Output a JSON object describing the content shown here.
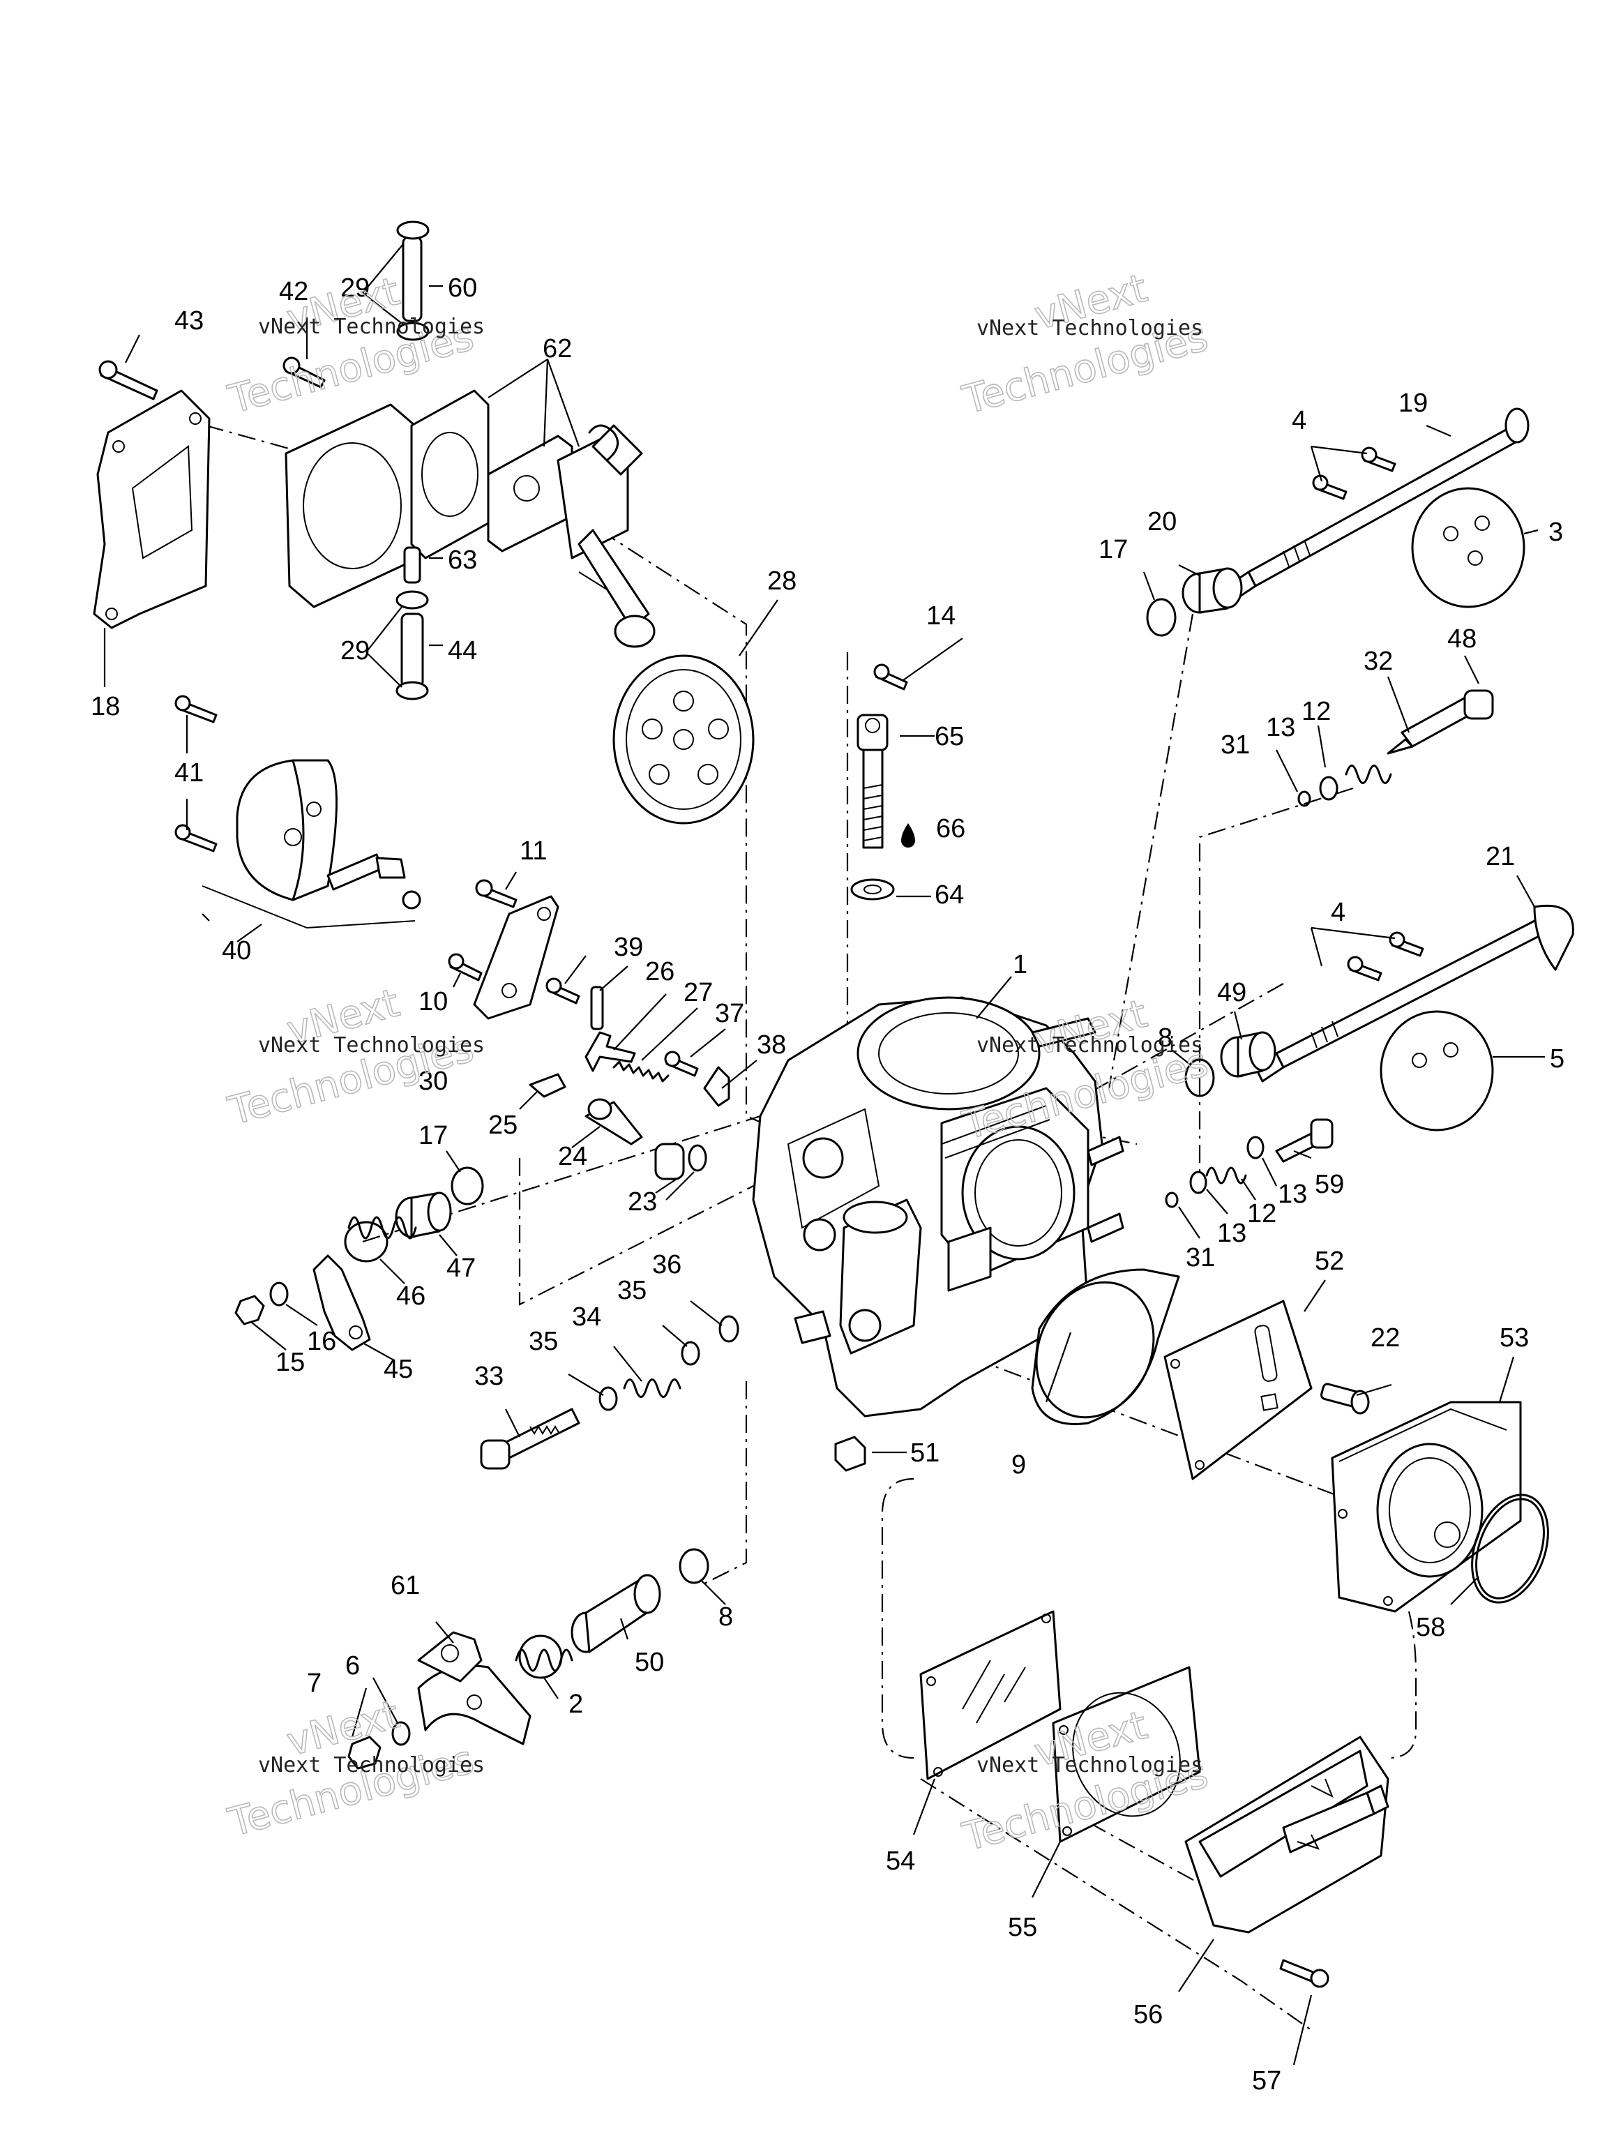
{
  "diagram": {
    "callouts": [
      "1",
      "2",
      "3",
      "4",
      "4",
      "5",
      "6",
      "7",
      "8",
      "8",
      "9",
      "10",
      "11",
      "12",
      "12",
      "13",
      "13",
      "13",
      "14",
      "15",
      "16",
      "17",
      "17",
      "18",
      "19",
      "20",
      "21",
      "22",
      "23",
      "24",
      "25",
      "26",
      "27",
      "28",
      "29",
      "29",
      "30",
      "31",
      "31",
      "32",
      "33",
      "34",
      "35",
      "35",
      "36",
      "37",
      "38",
      "39",
      "40",
      "41",
      "41",
      "42",
      "43",
      "44",
      "45",
      "46",
      "47",
      "48",
      "49",
      "50",
      "51",
      "52",
      "53",
      "54",
      "55",
      "56",
      "57",
      "58",
      "59",
      "60",
      "61",
      "62",
      "63",
      "64",
      "65",
      "66"
    ],
    "watermark": {
      "line1": "vNext",
      "line2": "Technologies",
      "caption": "vNext Technologies"
    }
  }
}
